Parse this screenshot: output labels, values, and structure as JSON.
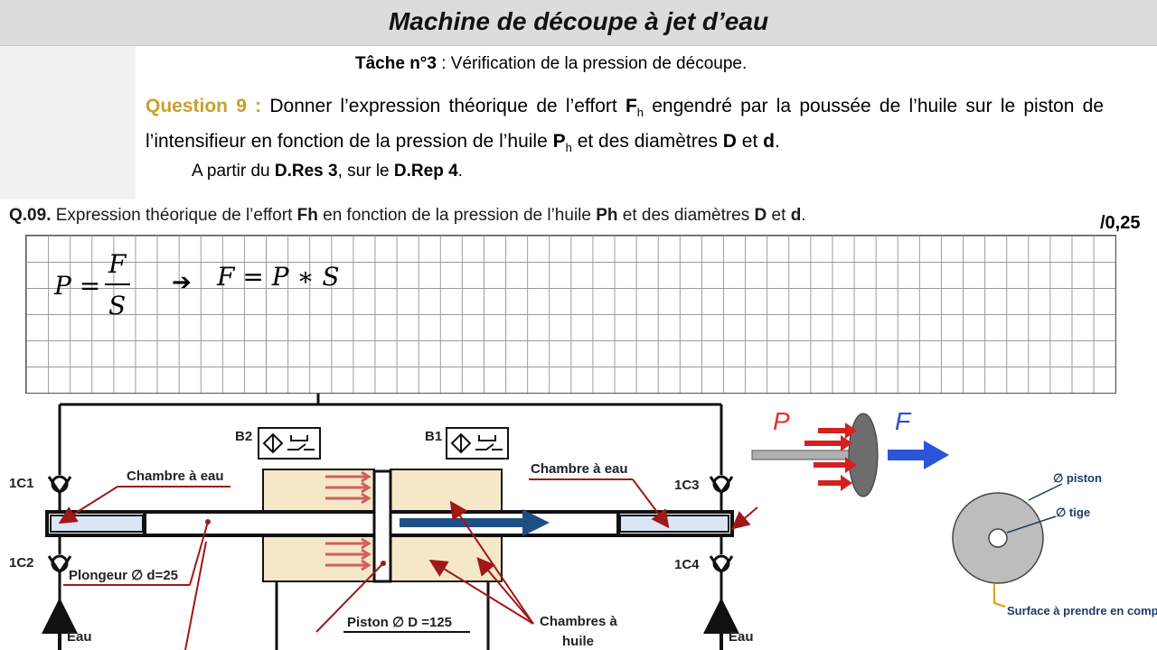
{
  "header": {
    "title": "Machine de découpe à jet d’eau"
  },
  "task": {
    "label": "Tâche n°3",
    "text": " : Vérification de la pression de découpe."
  },
  "question": {
    "label": "Question 9 :",
    "text_a": " Donner l’expression théorique de l’effort ",
    "F": "F",
    "F_sub": "h",
    "text_b": " engendré par la poussée de l’huile sur le piston de l’intensifieur en fonction de la pression de l’huile ",
    "P": "P",
    "P_sub": "h",
    "text_c": " et des diamètres ",
    "D": "D",
    "text_d": " et ",
    "d": "d",
    "text_e": "."
  },
  "from": {
    "a": "A partir du ",
    "res": "D.Res 3",
    "b": ", sur le ",
    "rep": "D.Rep 4",
    "c": "."
  },
  "answer": {
    "qnum": "Q.09.",
    "text_a": " Expression théorique de l’effort ",
    "Fh": "Fh",
    "text_b": " en fonction de la pression de l’huile ",
    "Ph": "Ph",
    "text_c": " et des diamètres ",
    "D": "D",
    "text_d": " et ",
    "d": "d",
    "text_e": ".",
    "points": "/0,25"
  },
  "formula": {
    "P": "P =",
    "num": "F",
    "den": "S",
    "arrow": "➔",
    "result": "F = P ∗ S"
  },
  "diagram": {
    "valves": [
      "1C1",
      "1C2",
      "1C3",
      "1C4"
    ],
    "sensors": [
      "B2",
      "B1"
    ],
    "labels": {
      "water_chamber_left": "Chambre à eau",
      "water_chamber_right": "Chambre à eau",
      "plunger": "Plongeur ∅ d=25",
      "piston": "Piston ∅ D =125",
      "oil_chambers_1": "Chambres à",
      "oil_chambers_2": "huile",
      "water_left": "Eau",
      "water_right": "Eau"
    },
    "force": {
      "p": "P",
      "f": "F"
    },
    "section": {
      "piston": "∅ piston",
      "rod": "∅ tige",
      "surface": "Surface à prendre en compte"
    }
  }
}
